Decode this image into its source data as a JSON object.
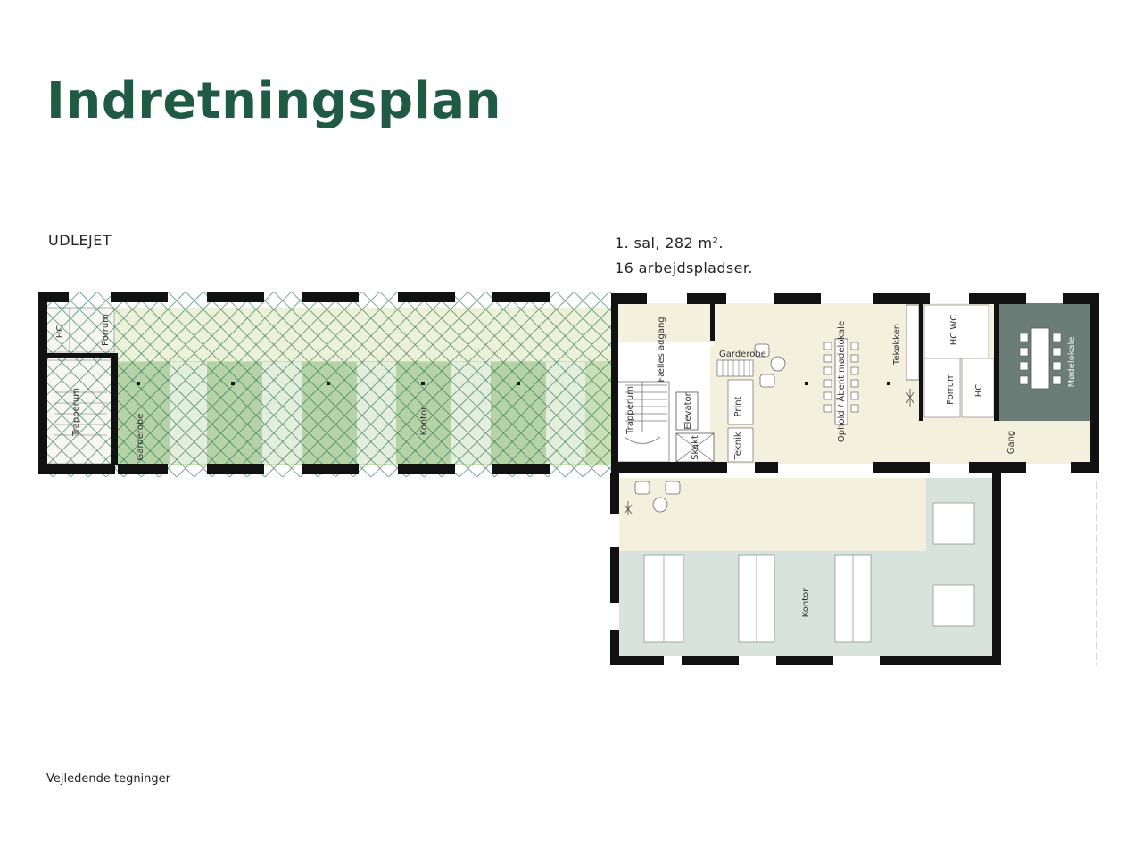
{
  "title": "Indretningsplan",
  "status_label": "UDLEJET",
  "floor_info": {
    "line1": "1. sal, 282 m².",
    "line2": "16 arbejdspladser."
  },
  "footnote": "Vejledende tegninger",
  "rooms": {
    "hc_left": "HC",
    "porrum": "Porrum",
    "trapperum_left": "Trapperum",
    "garderobe_left": "Garderobe",
    "kontor_left": "Kontor",
    "faelles_adgang": "Fælles adgang",
    "trapperum": "Trapperum",
    "elevator": "Elevator",
    "skakt": "Skakt",
    "garderobe": "Garderobe",
    "print": "Print",
    "teknik": "Teknik",
    "ophold": "Ophold / Åbent mødelokale",
    "tekokken": "Tekøkken",
    "hc_wc": "HC WC",
    "forrum": "Forrum",
    "hc": "HC",
    "modelokale": "Mødelokale",
    "gang": "Gang",
    "kontor": "Kontor"
  },
  "colors": {
    "title": "#1e5a44",
    "wall": "#111111",
    "beige": "#f4f0de",
    "office_green": "#d7e3dc",
    "meeting_room": "#6b7d77",
    "rented_hatch": "#1f6b4a",
    "rented_fill": "#c9dfb4"
  }
}
